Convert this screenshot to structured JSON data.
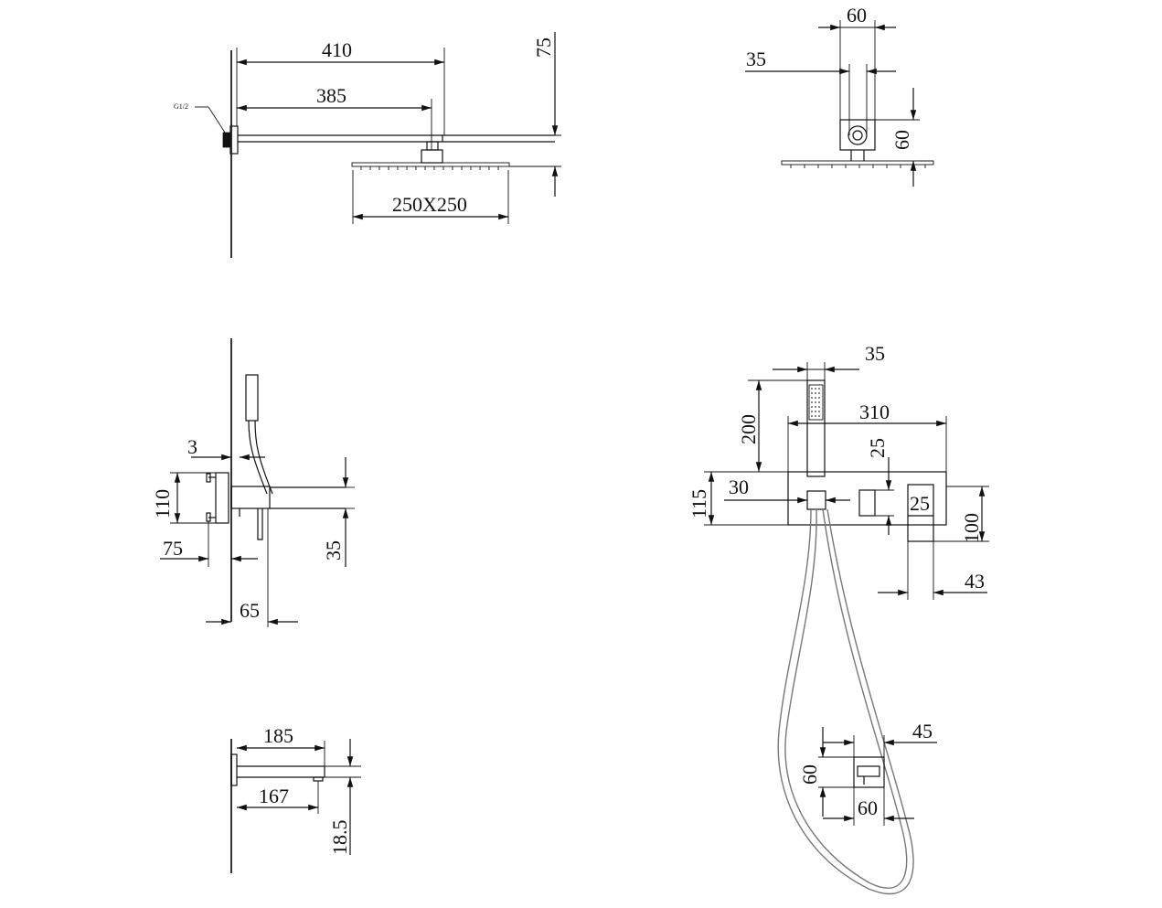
{
  "overhead_shower": {
    "thread_label": "G1/2",
    "arm_total_length": "410",
    "arm_length": "385",
    "height": "75",
    "head_size": "250X250"
  },
  "overhead_side": {
    "width_60": "60",
    "width_35": "35",
    "height_60": "60"
  },
  "mixer_side": {
    "dim_3": "3",
    "dim_110": "110",
    "dim_75": "75",
    "dim_35": "35",
    "dim_65": "65"
  },
  "spout_side": {
    "dim_185": "185",
    "dim_167": "167",
    "dim_18_5": "18.5"
  },
  "mixer_front": {
    "dim_35": "35",
    "dim_200": "200",
    "dim_310": "310",
    "dim_25_top": "25",
    "dim_30": "30",
    "dim_115": "115",
    "dim_25_mid": "25",
    "dim_100": "100",
    "dim_43": "43"
  },
  "holder": {
    "dim_45": "45",
    "dim_60_vert": "60",
    "dim_60_horiz": "60"
  }
}
